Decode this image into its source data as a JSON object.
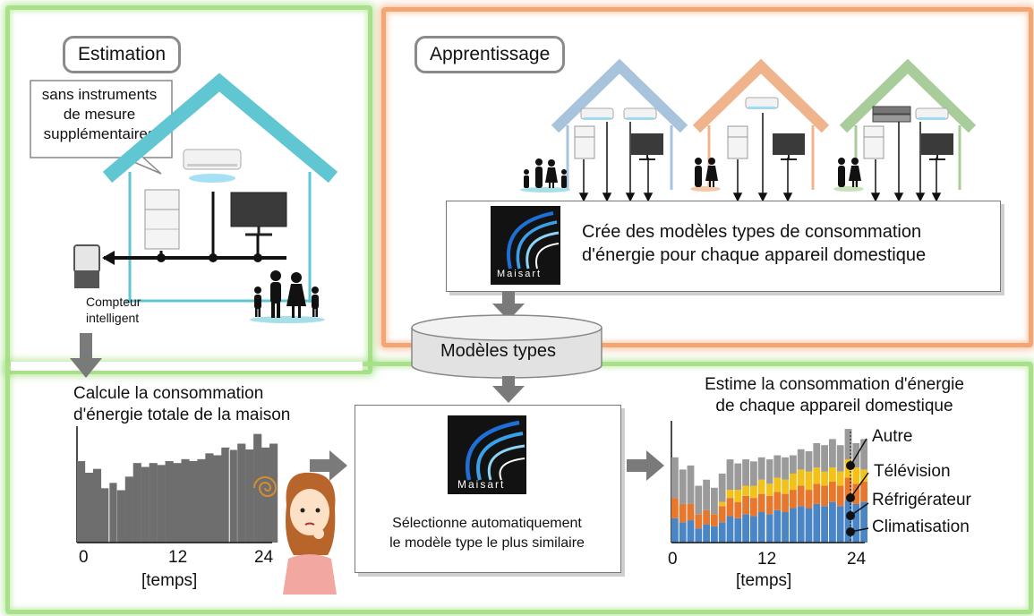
{
  "estimation": {
    "tag": "Estimation",
    "bubble": [
      "sans instruments",
      "de mesure",
      "supplémentaires"
    ],
    "meter_label": [
      "Compteur",
      "intelligent"
    ],
    "total_title": [
      "Calcule la consommation",
      "d'énergie totale de la maison"
    ],
    "axis": {
      "ticks": [
        "0",
        "12",
        "24"
      ],
      "unit": "[temps]"
    }
  },
  "learning": {
    "tag": "Apprentissage",
    "maisart_box": [
      "Crée des modèles types de consommation",
      "d'énergie pour chaque appareil domestique"
    ]
  },
  "brand": "Maisart",
  "database_label": "Modèles types",
  "selection_box": [
    "Sélectionne automatiquement",
    "le modèle type le plus similaire"
  ],
  "result": {
    "title": [
      "Estime la consommation d'énergie",
      "de chaque appareil domestique"
    ],
    "legend": [
      "Autre",
      "Télévision",
      "Réfrigérateur",
      "Climatisation"
    ],
    "axis": {
      "ticks": [
        "0",
        "12",
        "24"
      ],
      "unit": "[temps]"
    }
  },
  "colors": {
    "panel_green": "#a9e08a",
    "panel_orange": "#f4a672",
    "house_blue": "#5fc6d2",
    "house_orange": "#f0b48c",
    "house_green": "#a8cc9a",
    "bar_total": "#6e6e6e",
    "autre": "#9a9a9a",
    "television": "#f2c21a",
    "refrigerateur": "#e8772e",
    "climatisation": "#4a86c6"
  },
  "chart_data": [
    {
      "type": "bar",
      "title": "Calcule la consommation d'énergie totale de la maison",
      "xlabel": "[temps]",
      "x_ticks": [
        0,
        12,
        24
      ],
      "values": [
        42,
        36,
        38,
        28,
        31,
        27,
        34,
        41,
        39,
        41,
        40,
        42,
        41,
        43,
        42,
        43,
        46,
        45,
        49,
        48,
        51,
        48,
        56,
        49,
        51
      ]
    },
    {
      "type": "bar",
      "stacked": true,
      "title": "Estime la consommation d'énergie de chaque appareil domestique",
      "xlabel": "[temps]",
      "x_ticks": [
        0,
        12,
        24
      ],
      "series": [
        {
          "name": "Climatisation",
          "values": [
            12,
            10,
            11,
            7,
            9,
            8,
            10,
            13,
            12,
            14,
            13,
            15,
            14,
            16,
            15,
            17,
            18,
            17,
            19,
            18,
            20,
            18,
            21,
            19,
            20
          ]
        },
        {
          "name": "Réfrigérateur",
          "values": [
            10,
            9,
            8,
            7,
            7,
            6,
            8,
            9,
            8,
            9,
            9,
            9,
            9,
            9,
            9,
            9,
            10,
            9,
            10,
            10,
            10,
            10,
            11,
            10,
            10
          ]
        },
        {
          "name": "Télévision",
          "values": [
            0,
            0,
            0,
            0,
            0,
            0,
            2,
            4,
            6,
            5,
            6,
            7,
            6,
            7,
            7,
            8,
            8,
            9,
            8,
            7,
            7,
            7,
            9,
            8,
            6
          ]
        },
        {
          "name": "Autre",
          "values": [
            20,
            17,
            19,
            14,
            15,
            13,
            14,
            15,
            13,
            13,
            12,
            11,
            12,
            11,
            11,
            9,
            10,
            10,
            12,
            13,
            14,
            13,
            15,
            12,
            15
          ]
        }
      ]
    }
  ]
}
